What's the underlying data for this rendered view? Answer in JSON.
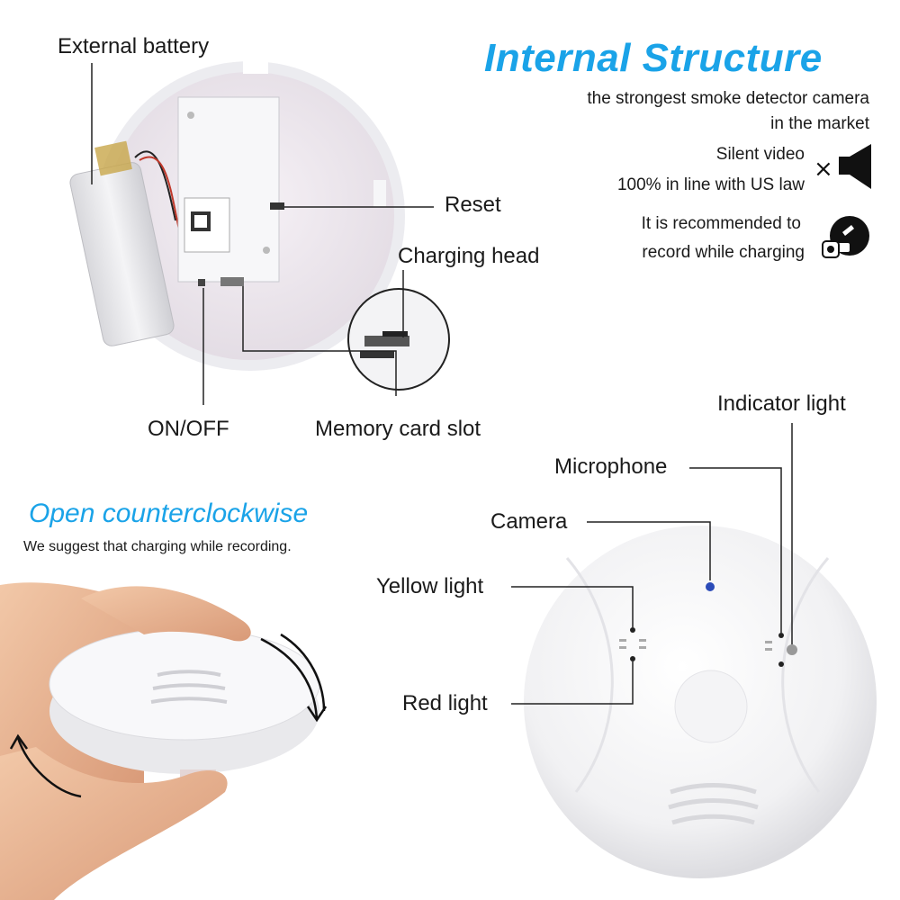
{
  "header": {
    "title": "Internal Structure",
    "subtitle_line1": "the strongest smoke detector camera",
    "subtitle_line2": "in the market"
  },
  "features": {
    "silent_line1": "Silent video",
    "silent_line2": "100% in line with US law",
    "charging_line1": "It is recommended to",
    "charging_line2": "record while charging"
  },
  "internal_labels": {
    "external_battery": "External battery",
    "reset": "Reset",
    "charging_head": "Charging head",
    "on_off": "ON/OFF",
    "memory_card_slot": "Memory card slot"
  },
  "opening": {
    "heading": "Open counterclockwise",
    "note": "We suggest that charging while recording."
  },
  "front_labels": {
    "indicator_light": "Indicator light",
    "microphone": "Microphone",
    "camera": "Camera",
    "yellow_light": "Yellow light",
    "red_light": "Red light"
  },
  "colors": {
    "accent": "#1aa3e8",
    "device_white": "#f4f4f6",
    "interior_pink": "#efe9ef"
  }
}
